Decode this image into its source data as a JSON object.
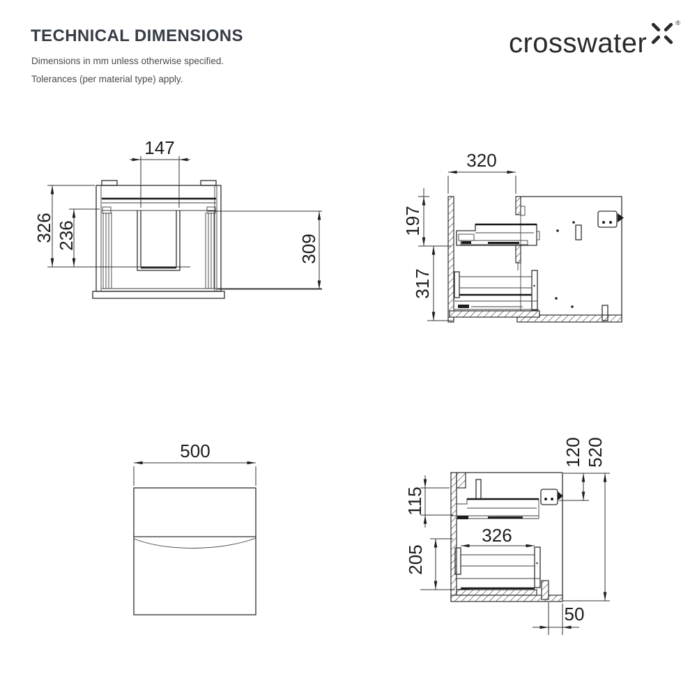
{
  "header": {
    "title": "TECHNICAL DIMENSIONS",
    "subtitle_line1": "Dimensions in mm unless otherwise specified.",
    "subtitle_line2": "Tolerances (per material type) apply.",
    "brand_name": "crosswater",
    "registered_mark": "®",
    "brand_icon": "crosswater-x-icon"
  },
  "dimensions": {
    "plan": {
      "cutout_width": "147",
      "overall_depth": "326",
      "internal_depth": "236",
      "internal_width": "309"
    },
    "side_upper": {
      "depth": "320",
      "upper_height": "197",
      "lower_height": "317"
    },
    "front": {
      "width": "500"
    },
    "side_lower": {
      "top_clearance": "115",
      "drawer_height": "205",
      "drawer_depth": "326",
      "bracket_drop": "120",
      "overall_height": "520",
      "wall_gap": "50"
    }
  },
  "colors": {
    "line": "#2d2d2d",
    "label_text": "#1c1c1c",
    "title_text": "#363c45",
    "brand_text": "#292929"
  }
}
